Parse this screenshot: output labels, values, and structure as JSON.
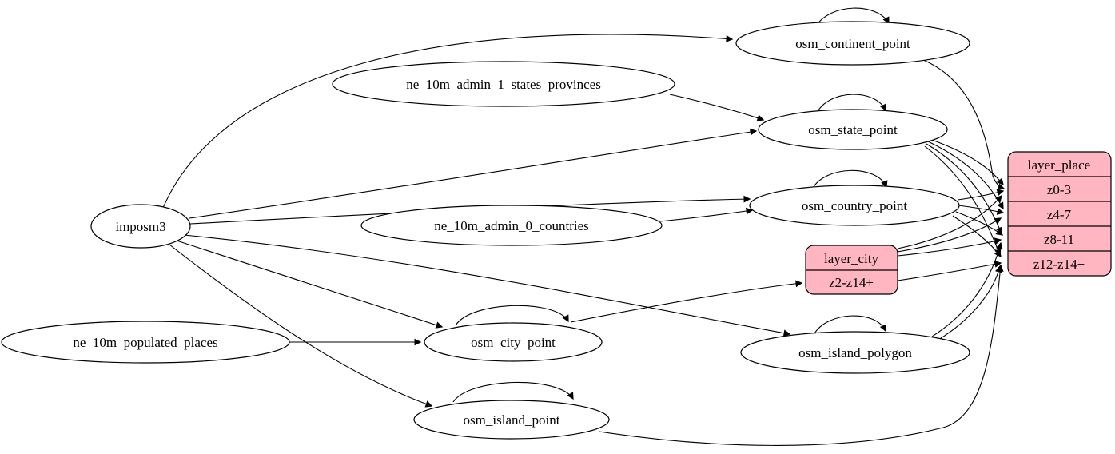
{
  "diagram": {
    "type": "etl-graph",
    "colors": {
      "record_fill": "#ffb6c1",
      "ellipse_fill": "#ffffff",
      "stroke": "#000000",
      "edge": "#000000",
      "background": "#ffffff"
    },
    "nodes": {
      "imposm3": {
        "label": "imposm3",
        "shape": "ellipse"
      },
      "ne_10m_admin_1_states_provinces": {
        "label": "ne_10m_admin_1_states_provinces",
        "shape": "ellipse"
      },
      "ne_10m_admin_0_countries": {
        "label": "ne_10m_admin_0_countries",
        "shape": "ellipse"
      },
      "ne_10m_populated_places": {
        "label": "ne_10m_populated_places",
        "shape": "ellipse"
      },
      "osm_continent_point": {
        "label": "osm_continent_point",
        "shape": "ellipse"
      },
      "osm_state_point": {
        "label": "osm_state_point",
        "shape": "ellipse"
      },
      "osm_country_point": {
        "label": "osm_country_point",
        "shape": "ellipse"
      },
      "osm_city_point": {
        "label": "osm_city_point",
        "shape": "ellipse"
      },
      "osm_island_polygon": {
        "label": "osm_island_polygon",
        "shape": "ellipse"
      },
      "osm_island_point": {
        "label": "osm_island_point",
        "shape": "ellipse"
      },
      "layer_city": {
        "label": "layer_city",
        "shape": "record",
        "rows": [
          "z2-z14+"
        ]
      },
      "layer_place": {
        "label": "layer_place",
        "shape": "record",
        "rows": [
          "z0-3",
          "z4-7",
          "z8-11",
          "z12-z14+"
        ]
      }
    },
    "edges": [
      {
        "from": "imposm3",
        "to": "osm_continent_point"
      },
      {
        "from": "imposm3",
        "to": "osm_state_point"
      },
      {
        "from": "imposm3",
        "to": "osm_country_point"
      },
      {
        "from": "imposm3",
        "to": "osm_city_point"
      },
      {
        "from": "imposm3",
        "to": "osm_island_polygon"
      },
      {
        "from": "imposm3",
        "to": "osm_island_point"
      },
      {
        "from": "ne_10m_admin_1_states_provinces",
        "to": "osm_state_point"
      },
      {
        "from": "ne_10m_admin_0_countries",
        "to": "osm_country_point"
      },
      {
        "from": "ne_10m_populated_places",
        "to": "osm_city_point"
      },
      {
        "from": "osm_continent_point",
        "to": "osm_continent_point"
      },
      {
        "from": "osm_state_point",
        "to": "osm_state_point"
      },
      {
        "from": "osm_country_point",
        "to": "osm_country_point"
      },
      {
        "from": "osm_city_point",
        "to": "osm_city_point"
      },
      {
        "from": "osm_island_polygon",
        "to": "osm_island_polygon"
      },
      {
        "from": "osm_island_point",
        "to": "osm_island_point"
      },
      {
        "from": "osm_city_point",
        "to": "layer_city:z2-z14+"
      },
      {
        "from": "osm_continent_point",
        "to": "layer_place:z0-3"
      },
      {
        "from": "osm_state_point",
        "to": "layer_place:z0-3"
      },
      {
        "from": "osm_state_point",
        "to": "layer_place:z4-7"
      },
      {
        "from": "osm_state_point",
        "to": "layer_place:z8-11"
      },
      {
        "from": "osm_state_point",
        "to": "layer_place:z12-z14+"
      },
      {
        "from": "osm_country_point",
        "to": "layer_place:z0-3"
      },
      {
        "from": "osm_country_point",
        "to": "layer_place:z4-7"
      },
      {
        "from": "osm_country_point",
        "to": "layer_place:z8-11"
      },
      {
        "from": "osm_country_point",
        "to": "layer_place:z12-z14+"
      },
      {
        "from": "layer_city",
        "to": "layer_place:z0-3"
      },
      {
        "from": "layer_city",
        "to": "layer_place:z4-7"
      },
      {
        "from": "layer_city",
        "to": "layer_place:z8-11"
      },
      {
        "from": "layer_city",
        "to": "layer_place:z12-z14+"
      },
      {
        "from": "osm_island_polygon",
        "to": "layer_place:z8-11"
      },
      {
        "from": "osm_island_polygon",
        "to": "layer_place:z12-z14+"
      },
      {
        "from": "osm_island_point",
        "to": "layer_place:z12-z14+"
      }
    ]
  }
}
